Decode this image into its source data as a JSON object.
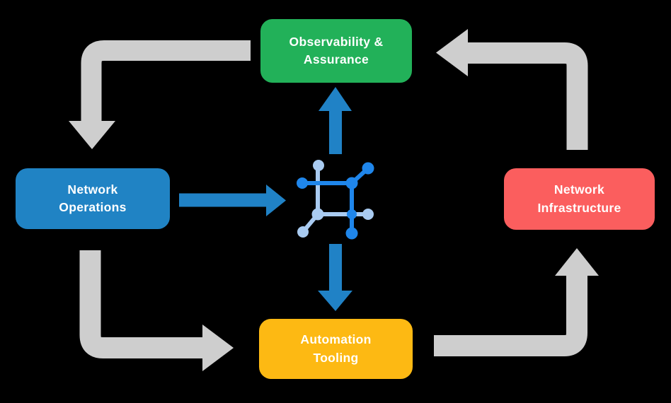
{
  "canvas": {
    "background": "#000000"
  },
  "nodes": {
    "observability": {
      "label_line1": "Observability &",
      "label_line2": "Assurance",
      "color": "#22B159",
      "text_color": "#FFFFFF"
    },
    "operations": {
      "label_line1": "Network",
      "label_line2": "Operations",
      "color": "#2083C4",
      "text_color": "#FFFFFF"
    },
    "infrastructure": {
      "label_line1": "Network",
      "label_line2": "Infrastructure",
      "color": "#FB5E5E",
      "text_color": "#FFFFFF"
    },
    "automation": {
      "label_line1": "Automation",
      "label_line2": "Tooling",
      "color": "#FDB913",
      "text_color": "#FFFFFF"
    }
  },
  "arrows": {
    "gray_color": "#CECECE",
    "blue_color": "#2082C6",
    "flow": [
      {
        "from": "observability",
        "to": "operations",
        "style": "gray-elbow"
      },
      {
        "from": "operations",
        "to": "automation",
        "style": "gray-elbow"
      },
      {
        "from": "automation",
        "to": "infrastructure",
        "style": "gray-elbow"
      },
      {
        "from": "infrastructure",
        "to": "observability",
        "style": "gray-elbow"
      },
      {
        "from": "operations",
        "to": "center-icon",
        "style": "blue-straight"
      },
      {
        "from": "center-icon",
        "to": "observability",
        "style": "blue-straight"
      },
      {
        "from": "center-icon",
        "to": "automation",
        "style": "blue-straight"
      }
    ]
  },
  "center_icon": {
    "name": "network-mesh-icon",
    "dark_blue": "#1F86EB",
    "light_blue": "#A9CBF1"
  }
}
